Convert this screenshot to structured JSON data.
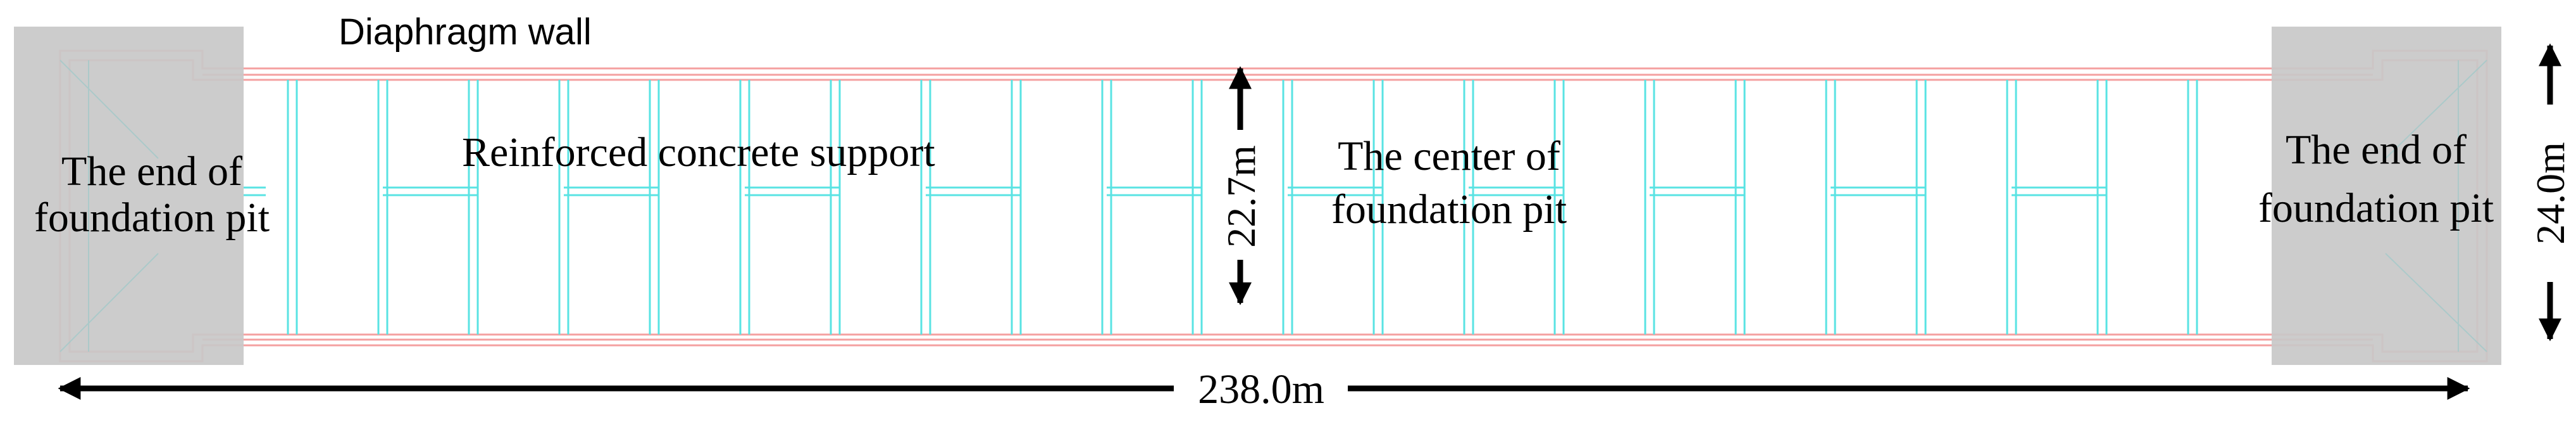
{
  "labels": {
    "diaphragm_wall": "Diaphragm wall",
    "reinforced_support": "Reinforced concrete support",
    "left_end_line1": "The end of",
    "left_end_line2": "foundation pit",
    "right_end_line1": "The end of",
    "right_end_line2": "foundation pit",
    "center_line1": "The center of",
    "center_line2": "foundation pit"
  },
  "dimensions": {
    "inner_width": "22.7m",
    "outer_width": "24.0m",
    "total_length": "238.0m"
  },
  "colors": {
    "wall_line": "#f4a0a0",
    "support_line": "#59e3e3",
    "end_zone_fill": "#c8c8c8",
    "dimension": "#000000"
  }
}
